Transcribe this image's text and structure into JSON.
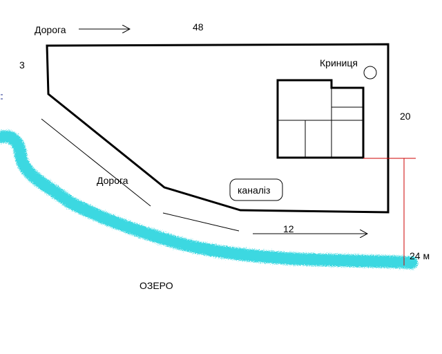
{
  "labels": {
    "road_top": "Дорога",
    "dim_top": "48",
    "dim_left": "3",
    "well": "Криниця",
    "dim_right": "20",
    "road_mid": "Дорога",
    "sewer": "каналіз",
    "dim_bottom": "12",
    "dim_lake": "24 м",
    "lake": "ОЗЕРО"
  },
  "colors": {
    "lake_shore": "#33d6e0",
    "measure_line": "#cc0000",
    "outline": "#000000"
  }
}
